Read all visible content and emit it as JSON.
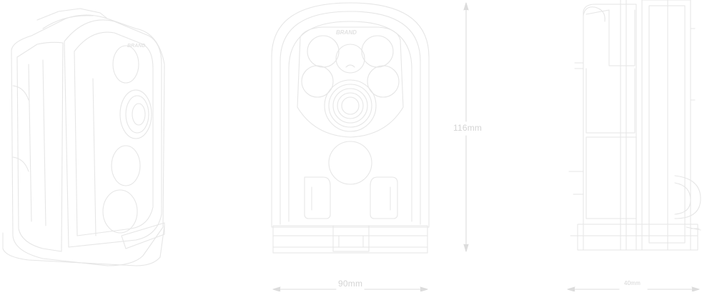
{
  "dimensions": {
    "height": "116mm",
    "width": "90mm",
    "depth": "40mm"
  },
  "brand": {
    "front": "BRAND",
    "side": "BRAND"
  },
  "colors": {
    "line": "#e6e6e6",
    "dim_line": "#dcdcdc",
    "label": "#d4d4d4",
    "background": "#ffffff"
  }
}
